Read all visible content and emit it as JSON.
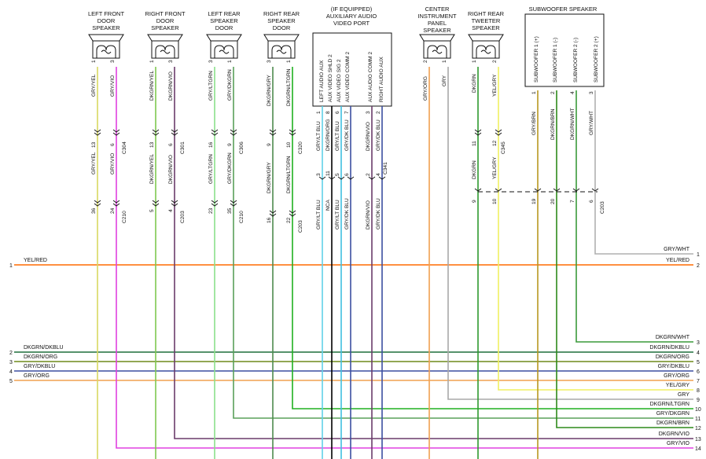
{
  "components": [
    {
      "id": "lf",
      "title": [
        "LEFT FRONT",
        "DOOR",
        "SPEAKER"
      ],
      "pins": [
        "1",
        "3"
      ]
    },
    {
      "id": "rf",
      "title": [
        "RIGHT FRONT",
        "DOOR",
        "SPEAKER"
      ],
      "pins": [
        "1",
        "3"
      ]
    },
    {
      "id": "lr",
      "title": [
        "LEFT REAR",
        "SPEAKER",
        "DOOR"
      ],
      "pins": [
        "3",
        "1"
      ]
    },
    {
      "id": "rr",
      "title": [
        "RIGHT REAR",
        "SPEAKER",
        "DOOR"
      ],
      "pins": [
        "3",
        "1"
      ]
    },
    {
      "id": "aux",
      "title": [
        "(IF EQUIPPED)",
        "AUXILIARY AUDIO",
        "VIDEO PORT"
      ],
      "pins": [
        "1",
        "8",
        "6",
        "7",
        "3",
        "2"
      ],
      "inner": [
        "LEFT AUDIO AUX",
        "AUX VIDEO SHLD 2",
        "AUX VIDEO SIG 2",
        "AUX VIDEO COMM 2",
        "AUX AUDIO COMM 2",
        "RIGHT AUDIO AUX"
      ]
    },
    {
      "id": "ctr",
      "title": [
        "CENTER",
        "INSTRUMENT",
        "PANEL",
        "SPEAKER"
      ],
      "pins": [
        "2",
        "1"
      ]
    },
    {
      "id": "rt",
      "title": [
        "RIGHT REAR",
        "TWEETER",
        "SPEAKER"
      ],
      "pins": [
        "1",
        "2"
      ]
    },
    {
      "id": "sub",
      "title": [
        "SUBWOOFER SPEAKER"
      ],
      "pins": [
        "1",
        "2",
        "4",
        "3"
      ],
      "inner": [
        "SUBWOOFER 1 (+)",
        "SUBWOOFER 1 (-)",
        "SUBWOOFER 2 (-)",
        "SUBWOOFER 2 (+)"
      ]
    }
  ],
  "wire_labels": {
    "top": [
      "GRY/YEL",
      "GRY/VIO",
      "DKGRN/YEL",
      "DKGRN/VIO",
      "GRY/LTGRN",
      "GRY/DKGRN",
      "DKGRN/GRY",
      "DKGRN/LTGRN",
      "GRY/ORG",
      "GRY",
      "DKGRN",
      "YEL/GRY"
    ],
    "aux": [
      "GRY/LT BLU",
      "DKGRN/ORG",
      "GRY/LT BLU",
      "GRY/DK BLU",
      "DKGRN/VIO",
      "GRY/DK BLU"
    ],
    "sub": [
      "GRY/BRN",
      "DKGRN/BRN",
      "DKGRN/WHT",
      "GRY/WHT"
    ],
    "mid": [
      "GRY/YEL",
      "GRY/VIO",
      "DKGRN/YEL",
      "DKGRN/VIO",
      "GRY/LTGRN",
      "GRY/DKGRN",
      "DKGRN/GRY",
      "DKGRN/LTGRN",
      "DKGRN",
      "YEL/GRY"
    ],
    "low": [
      "GRY/LT BLU",
      "NCA",
      "GRY/LT BLU",
      "GRY/DK BLU",
      "DKGRN/VIO",
      "GRY/DK BLU"
    ]
  },
  "connectors": [
    {
      "name": "C304",
      "pins": [
        "13",
        "6"
      ]
    },
    {
      "name": "C301",
      "pins": [
        "13",
        "6"
      ]
    },
    {
      "name": "C306",
      "pins": [
        "16",
        "9"
      ]
    },
    {
      "name": "C320",
      "pins": [
        "9",
        "10"
      ]
    },
    {
      "name": "C341",
      "pins": [
        "3",
        "11",
        "5",
        "6",
        "2",
        "4"
      ]
    },
    {
      "name": "C345",
      "pins": [
        "11",
        "12"
      ]
    },
    {
      "name": "C210",
      "pins": [
        "36",
        "24"
      ]
    },
    {
      "name": "C203",
      "pins": [
        "5",
        "4"
      ]
    },
    {
      "name": "C210",
      "pins": [
        "23",
        "35"
      ]
    },
    {
      "name": "C203",
      "pins": [
        "16",
        "22"
      ]
    },
    {
      "name": "C203",
      "pins": [
        "9",
        "10",
        "19",
        "20",
        "7",
        "6"
      ]
    }
  ],
  "left_edge": [
    {
      "num": "1",
      "label": "YEL/RED"
    },
    {
      "num": "2",
      "label": "DKGRN/DKBLU"
    },
    {
      "num": "3",
      "label": "DKGRN/ORG"
    },
    {
      "num": "4",
      "label": "GRY/DKBLU"
    },
    {
      "num": "5",
      "label": "GRY/ORG"
    }
  ],
  "right_edge": [
    {
      "num": "1",
      "label": "GRY/WHT"
    },
    {
      "num": "2",
      "label": "YEL/RED"
    },
    {
      "num": "3",
      "label": "DKGRN/WHT"
    },
    {
      "num": "4",
      "label": "DKGRN/DKBLU"
    },
    {
      "num": "5",
      "label": "DKGRN/ORG"
    },
    {
      "num": "6",
      "label": "GRY/DKBLU"
    },
    {
      "num": "7",
      "label": "GRY/ORG"
    },
    {
      "num": "8",
      "label": "YEL/GRY"
    },
    {
      "num": "9",
      "label": "GRY"
    },
    {
      "num": "10",
      "label": "DKGRN/LTGRN"
    },
    {
      "num": "11",
      "label": "GRY/DKGRN"
    },
    {
      "num": "12",
      "label": "DKGRN/BRN"
    },
    {
      "num": "13",
      "label": "DKGRN/VIO"
    },
    {
      "num": "14",
      "label": "GRY/VIO"
    }
  ],
  "colors": {
    "yel_red": "#ff6a00",
    "dkgrn_dkblu": "#1e6e3c",
    "dkgrn_org": "#6e8a1a",
    "gry_dkblu": "#3c4fa0",
    "gry_org": "#f0a050",
    "gry_yel": "#d8d860",
    "gry_vio": "#e040e0",
    "dkgrn_yel": "#7ec850",
    "dkgrn_vio": "#6a3c6a",
    "gry_ltgrn": "#8ae08a",
    "gry_dkgrn": "#5aa05a",
    "dkgrn_gry": "#4e8a4e",
    "dkgrn_ltgrn": "#20b020",
    "gry": "#a8a8a8",
    "dkgrn": "#2e9a2e",
    "yel_gry": "#f0f060",
    "dkgrn_brn": "#2e8a1a",
    "gry_brn": "#b89820",
    "dkgrn_wht": "#3a9a3a",
    "gry_wht": "#b0b0b0",
    "gry_ltblu": "#60d0e8",
    "nca": "#000000",
    "aux_ltblu": "#40c0e0"
  }
}
